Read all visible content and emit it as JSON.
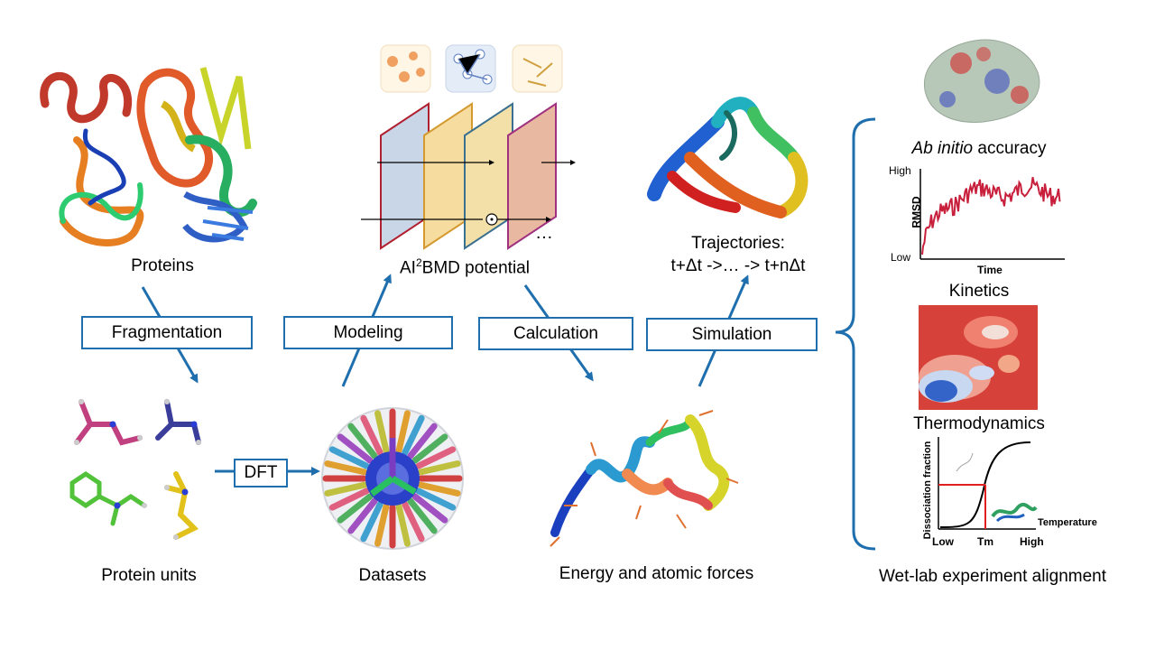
{
  "nodes": {
    "proteins": "Proteins",
    "protein_units": "Protein units",
    "datasets": "Datasets",
    "potential_prefix": "AI",
    "potential_sup": "2",
    "potential_suffix": "BMD potential",
    "energy_forces": "Energy and atomic forces",
    "trajectories_line1": "Trajectories:",
    "trajectories_line2": "t+Δt ->… -> t+nΔt"
  },
  "steps": {
    "fragmentation": "Fragmentation",
    "modeling": "Modeling",
    "calculation": "Calculation",
    "simulation": "Simulation",
    "dft": "DFT"
  },
  "network": {
    "ellipsis": "…"
  },
  "validation": {
    "accuracy_italic": "Ab initio",
    "accuracy_rest": " accuracy",
    "rmsd_axis": "RMSD",
    "rmsd_high": "High",
    "rmsd_low": "Low",
    "time_axis": "Time",
    "kinetics": "Kinetics",
    "thermodynamics": "Thermodynamics",
    "dissociation_axis": "Dissociation fraction",
    "temperature_axis": "Temperature",
    "temp_low": "Low",
    "temp_tm": "Tm",
    "temp_high": "High",
    "wetlab": "Wet-lab experiment alignment"
  },
  "colors": {
    "accent": "#1f6fae",
    "arrow": "#1f6fae",
    "rmsd_line": "#c8203c",
    "heat_red": "#d6423a",
    "heat_blue": "#3464c8",
    "melt_red": "#e02020"
  }
}
